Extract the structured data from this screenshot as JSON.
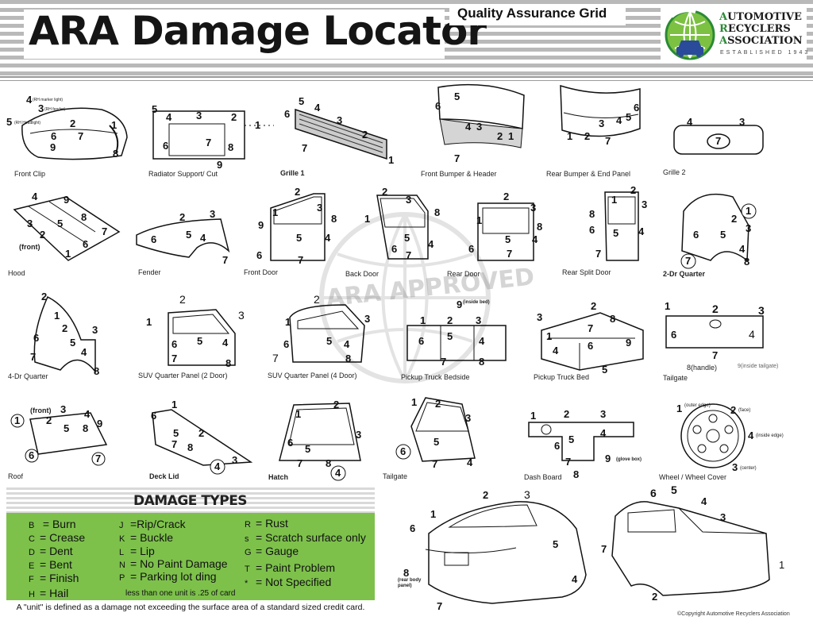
{
  "header": {
    "title": "ARA Damage Locator",
    "subtitle": "Quality Assurance Grid",
    "logo": {
      "line1_cap": "A",
      "line1_rest": "UTOMOTIVE",
      "line2_cap": "R",
      "line2_rest": "ECYCLERS",
      "line3_cap": "A",
      "line3_rest": "SSOCIATION",
      "established": "ESTABLISHED 1943",
      "icon": "globe-car-logo-icon"
    }
  },
  "watermark": {
    "text": "ARA APPROVED"
  },
  "parts": {
    "front_clip": "Front Clip",
    "radiator_support": "Radiator Support/ Cut",
    "grille1": "Grille 1",
    "front_bumper": "Front Bumper & Header",
    "rear_bumper": "Rear Bumper & End Panel",
    "grille2": "Grille 2",
    "hood": "Hood",
    "fender": "Fender",
    "front_door": "Front Door",
    "back_door": "Back Door",
    "rear_door": "Rear Door",
    "rear_split_door": "Rear Split Door",
    "quarter_2dr": "2-Dr Quarter",
    "quarter_4dr": "4-Dr Quarter",
    "suv_2door": "SUV Quarter Panel (2 Door)",
    "suv_4door": "SUV Quarter Panel (4 Door)",
    "truck_bedside": "Pickup Truck Bedside",
    "truck_bed": "Pickup Truck Bed",
    "tailgate": "Tailgate",
    "roof": "Roof",
    "deck_lid": "Deck Lid",
    "hatch": "Hatch",
    "tailgate2": "Tailgate",
    "dash_board": "Dash Board",
    "wheel_cover": "Wheel / Wheel Cover"
  },
  "part_notes": {
    "front_clip_rh_marker": "(RH marker light)",
    "front_clip_rh_fender": "(RH fender)",
    "front_clip_rh_headlight": "(RH Headlight)",
    "hood_front": "(front)",
    "roof_front": "(front)",
    "bedside_inside": "(inside bed)",
    "tailgate_handle": "8(handle)",
    "tailgate_inside": "9(inside tailgate)",
    "wheel_outer": "(outer edge)",
    "wheel_face": "(face)",
    "wheel_inside": "(inside edge)",
    "wheel_center": "(center)",
    "dash_glovebox": "(glove box)",
    "rear_body_panel": "(rear body panel)"
  },
  "legend": {
    "title": "DAMAGE TYPES",
    "col1": [
      {
        "code": "B",
        "text": "= Burn"
      },
      {
        "code": "C",
        "text": "= Crease"
      },
      {
        "code": "D",
        "text": "= Dent"
      },
      {
        "code": "E",
        "text": "= Bent"
      },
      {
        "code": "F",
        "text": "= Finish"
      },
      {
        "code": "H",
        "text": "= Hail"
      }
    ],
    "col2": [
      {
        "code": "J",
        "text": "=Rip/Crack"
      },
      {
        "code": "K",
        "text": "= Buckle"
      },
      {
        "code": "L",
        "text": "= Lip"
      },
      {
        "code": "N",
        "text": "= No Paint Damage"
      },
      {
        "code": "P",
        "text": "= Parking lot ding"
      }
    ],
    "col3": [
      {
        "code": "R",
        "text": "= Rust"
      },
      {
        "code": "s",
        "text": "= Scratch surface only"
      },
      {
        "code": "G",
        "text": "= Gauge"
      },
      {
        "code": "T",
        "text": "= Paint Problem"
      },
      {
        "code": "*",
        "text": "= Not Specified"
      }
    ],
    "unit_note": "less than one unit is .25 of card",
    "footer": "A \"unit\" is defined as a damage not exceeding the surface area of a standard sized credit card."
  },
  "copyright": "©Copyright Automotive Recyclers Association",
  "colors": {
    "legend_green": "#7dc14b",
    "logo_green": "#2b8a35",
    "logo_blue": "#2a4a9a"
  }
}
